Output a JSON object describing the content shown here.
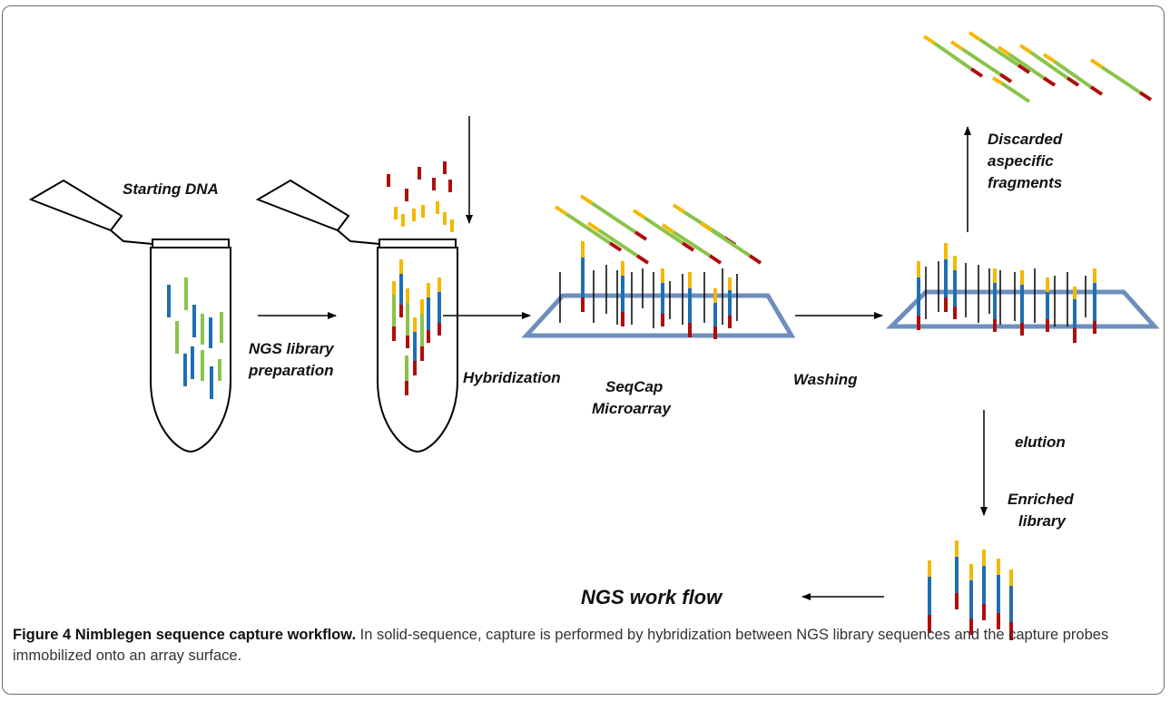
{
  "colors": {
    "blue": "#1f6fb2",
    "green": "#8bc34a",
    "red": "#b00d0d",
    "yellow": "#f5b800",
    "array": "#6e8fbd",
    "ink": "#000000"
  },
  "labels": {
    "starting_dna": "Starting DNA",
    "ngs_library_line1": "NGS library",
    "ngs_library_line2": "preparation",
    "hybridization": "Hybridization",
    "seqcap_line1": "SeqCap",
    "seqcap_line2": "Microarray",
    "washing": "Washing",
    "discarded_line1": "Discarded",
    "discarded_line2": "aspecific",
    "discarded_line3": "fragments",
    "elution": "elution",
    "enriched_line1": "Enriched",
    "enriched_line2": "library",
    "ngs_workflow": "NGS work flow"
  },
  "caption": {
    "title": "Figure 4 Nimblegen sequence capture workflow.",
    "text": " In solid-sequence, capture is performed by hybridization between NGS library sequences and the capture probes immobilized onto an array surface."
  }
}
